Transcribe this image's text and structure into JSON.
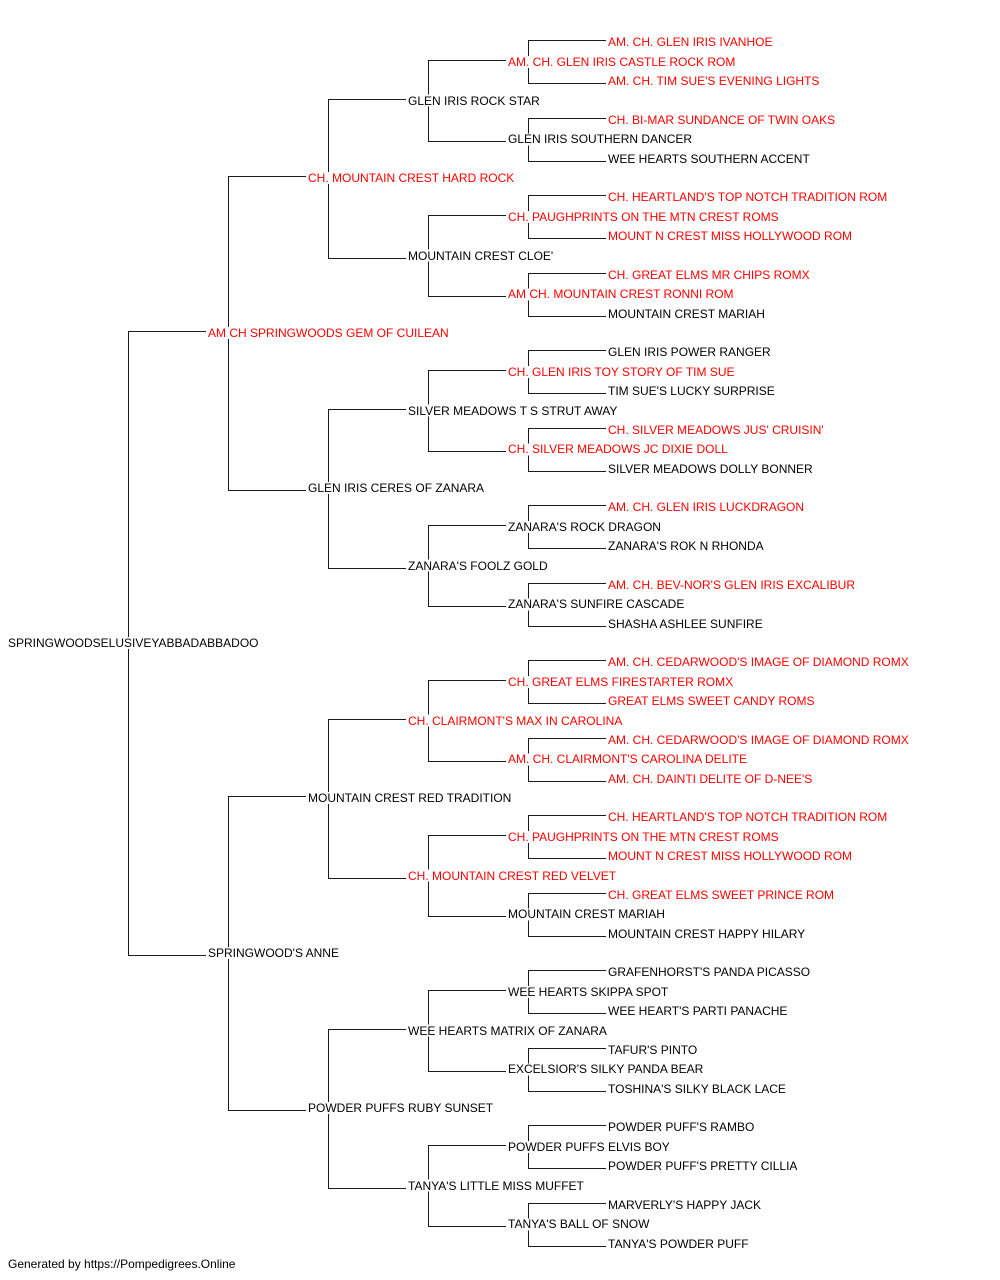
{
  "colors": {
    "champion": "#ff0000",
    "regular": "#000000",
    "line": "#1a1a1a"
  },
  "footer": "Generated by https://Pompedigrees.Online",
  "pedigree": {
    "name": "SPRINGWOODSELUSIVEYABBADABBADOO",
    "champion": false,
    "sire": {
      "name": "AM CH SPRINGWOODS GEM OF CUILEAN",
      "champion": true,
      "sire": {
        "name": "CH. MOUNTAIN CREST HARD ROCK",
        "champion": true,
        "sire": {
          "name": "GLEN IRIS ROCK STAR",
          "champion": false,
          "sire": {
            "name": "AM. CH. GLEN IRIS CASTLE ROCK ROM",
            "champion": true,
            "sire": {
              "name": "AM. CH. GLEN IRIS IVANHOE",
              "champion": true
            },
            "dam": {
              "name": "AM. CH. TIM SUE'S EVENING LIGHTS",
              "champion": true
            }
          },
          "dam": {
            "name": "GLEN IRIS SOUTHERN DANCER",
            "champion": false,
            "sire": {
              "name": "CH. BI-MAR SUNDANCE OF TWIN OAKS",
              "champion": true
            },
            "dam": {
              "name": "WEE HEARTS SOUTHERN ACCENT",
              "champion": false
            }
          }
        },
        "dam": {
          "name": "MOUNTAIN CREST CLOE'",
          "champion": false,
          "sire": {
            "name": "CH. PAUGHPRINTS ON THE MTN CREST ROMS",
            "champion": true,
            "sire": {
              "name": "CH. HEARTLAND'S TOP NOTCH TRADITION ROM",
              "champion": true
            },
            "dam": {
              "name": "MOUNT N CREST MISS HOLLYWOOD ROM",
              "champion": true
            }
          },
          "dam": {
            "name": "AM CH. MOUNTAIN CREST RONNI ROM",
            "champion": true,
            "sire": {
              "name": "CH. GREAT ELMS MR CHIPS ROMX",
              "champion": true
            },
            "dam": {
              "name": "MOUNTAIN CREST MARIAH",
              "champion": false
            }
          }
        }
      },
      "dam": {
        "name": "GLEN IRIS CERES OF ZANARA",
        "champion": false,
        "sire": {
          "name": "SILVER MEADOWS T S STRUT AWAY",
          "champion": false,
          "sire": {
            "name": "CH. GLEN IRIS TOY STORY OF TIM SUE",
            "champion": true,
            "sire": {
              "name": "GLEN IRIS POWER RANGER",
              "champion": false
            },
            "dam": {
              "name": "TIM SUE'S LUCKY SURPRISE",
              "champion": false
            }
          },
          "dam": {
            "name": "CH. SILVER MEADOWS JC DIXIE DOLL",
            "champion": true,
            "sire": {
              "name": "CH. SILVER MEADOWS JUS' CRUISIN'",
              "champion": true
            },
            "dam": {
              "name": "SILVER MEADOWS DOLLY BONNER",
              "champion": false
            }
          }
        },
        "dam": {
          "name": "ZANARA'S FOOLZ GOLD",
          "champion": false,
          "sire": {
            "name": "ZANARA'S ROCK DRAGON",
            "champion": false,
            "sire": {
              "name": "AM. CH. GLEN IRIS LUCKDRAGON",
              "champion": true
            },
            "dam": {
              "name": "ZANARA'S ROK N RHONDA",
              "champion": false
            }
          },
          "dam": {
            "name": "ZANARA'S SUNFIRE CASCADE",
            "champion": false,
            "sire": {
              "name": "AM. CH. BEV-NOR'S GLEN IRIS EXCALIBUR",
              "champion": true
            },
            "dam": {
              "name": "SHASHA ASHLEE SUNFIRE",
              "champion": false
            }
          }
        }
      }
    },
    "dam": {
      "name": "SPRINGWOOD'S ANNE",
      "champion": false,
      "sire": {
        "name": "MOUNTAIN CREST RED TRADITION",
        "champion": false,
        "sire": {
          "name": "CH. CLAIRMONT'S MAX IN CAROLINA",
          "champion": true,
          "sire": {
            "name": "CH. GREAT ELMS FIRESTARTER ROMX",
            "champion": true,
            "sire": {
              "name": "AM. CH. CEDARWOOD'S IMAGE OF DIAMOND ROMX",
              "champion": true
            },
            "dam": {
              "name": "GREAT ELMS SWEET CANDY ROMS",
              "champion": true
            }
          },
          "dam": {
            "name": "AM. CH. CLAIRMONT'S CAROLINA DELITE",
            "champion": true,
            "sire": {
              "name": "AM. CH. CEDARWOOD'S IMAGE OF DIAMOND ROMX",
              "champion": true
            },
            "dam": {
              "name": "AM. CH. DAINTI DELITE OF D-NEE'S",
              "champion": true
            }
          }
        },
        "dam": {
          "name": "CH. MOUNTAIN CREST RED VELVET",
          "champion": true,
          "sire": {
            "name": "CH. PAUGHPRINTS ON THE MTN CREST ROMS",
            "champion": true,
            "sire": {
              "name": "CH. HEARTLAND'S TOP NOTCH TRADITION ROM",
              "champion": true
            },
            "dam": {
              "name": "MOUNT N CREST MISS HOLLYWOOD ROM",
              "champion": true
            }
          },
          "dam": {
            "name": "MOUNTAIN CREST MARIAH",
            "champion": false,
            "sire": {
              "name": "CH. GREAT ELMS SWEET PRINCE ROM",
              "champion": true
            },
            "dam": {
              "name": "MOUNTAIN CREST HAPPY HILARY",
              "champion": false
            }
          }
        }
      },
      "dam": {
        "name": "POWDER PUFFS RUBY SUNSET",
        "champion": false,
        "sire": {
          "name": "WEE HEARTS MATRIX OF ZANARA",
          "champion": false,
          "sire": {
            "name": "WEE HEARTS SKIPPA SPOT",
            "champion": false,
            "sire": {
              "name": "GRAFENHORST'S PANDA PICASSO",
              "champion": false
            },
            "dam": {
              "name": "WEE HEART'S PARTI PANACHE",
              "champion": false
            }
          },
          "dam": {
            "name": "EXCELSIOR'S SILKY PANDA BEAR",
            "champion": false,
            "sire": {
              "name": "TAFUR'S PINTO",
              "champion": false
            },
            "dam": {
              "name": "TOSHINA'S SILKY BLACK LACE",
              "champion": false
            }
          }
        },
        "dam": {
          "name": "TANYA'S LITTLE MISS MUFFET",
          "champion": false,
          "sire": {
            "name": "POWDER PUFFS ELVIS BOY",
            "champion": false,
            "sire": {
              "name": "POWDER PUFF'S RAMBO",
              "champion": false
            },
            "dam": {
              "name": "POWDER PUFF'S PRETTY CILLIA",
              "champion": false
            }
          },
          "dam": {
            "name": "TANYA'S BALL OF SNOW",
            "champion": false,
            "sire": {
              "name": "MARVERLY'S HAPPY JACK",
              "champion": false
            },
            "dam": {
              "name": "TANYA'S POWDER PUFF",
              "champion": false
            }
          }
        }
      }
    }
  }
}
